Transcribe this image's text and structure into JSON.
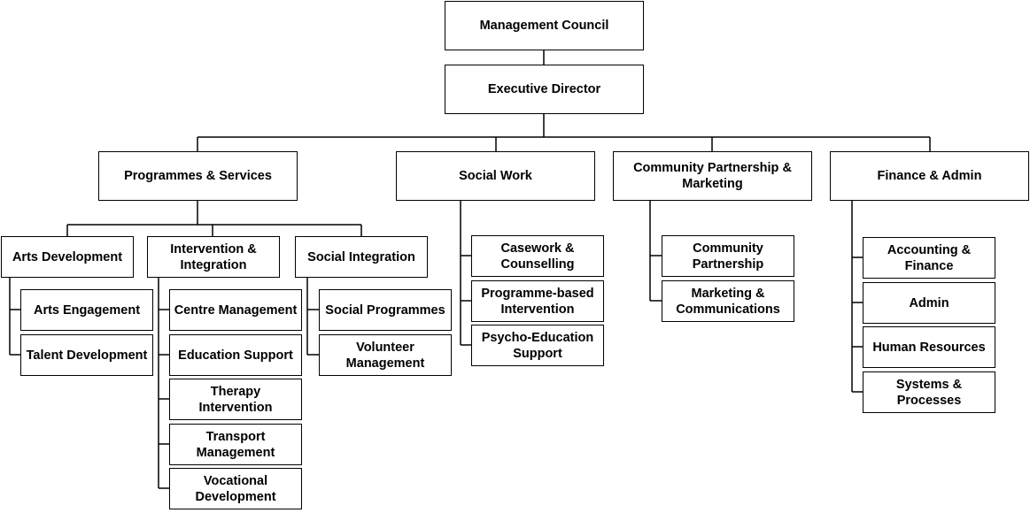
{
  "org_chart": {
    "council": "Management Council",
    "director": "Executive Director",
    "departments": {
      "programmes": "Programmes & Services",
      "social_work": "Social Work",
      "community": "Community Partnership & Marketing",
      "finance": "Finance & Admin"
    },
    "programme_units": {
      "arts": "Arts Development",
      "intervention": "Intervention & Integration",
      "social_integration": "Social Integration"
    },
    "arts_teams": [
      "Arts Engagement",
      "Talent Development"
    ],
    "intervention_teams": [
      "Centre Management",
      "Education Support",
      "Therapy Intervention",
      "Transport Management",
      "Vocational Development"
    ],
    "social_integration_teams": [
      "Social Programmes",
      "Volunteer Management"
    ],
    "social_work_teams": [
      "Casework & Counselling",
      "Programme-based Intervention",
      "Psycho-Education Support"
    ],
    "community_teams": [
      "Community Partnership",
      "Marketing & Communications"
    ],
    "finance_teams": [
      "Accounting & Finance",
      "Admin",
      "Human Resources",
      "Systems & Processes"
    ]
  }
}
